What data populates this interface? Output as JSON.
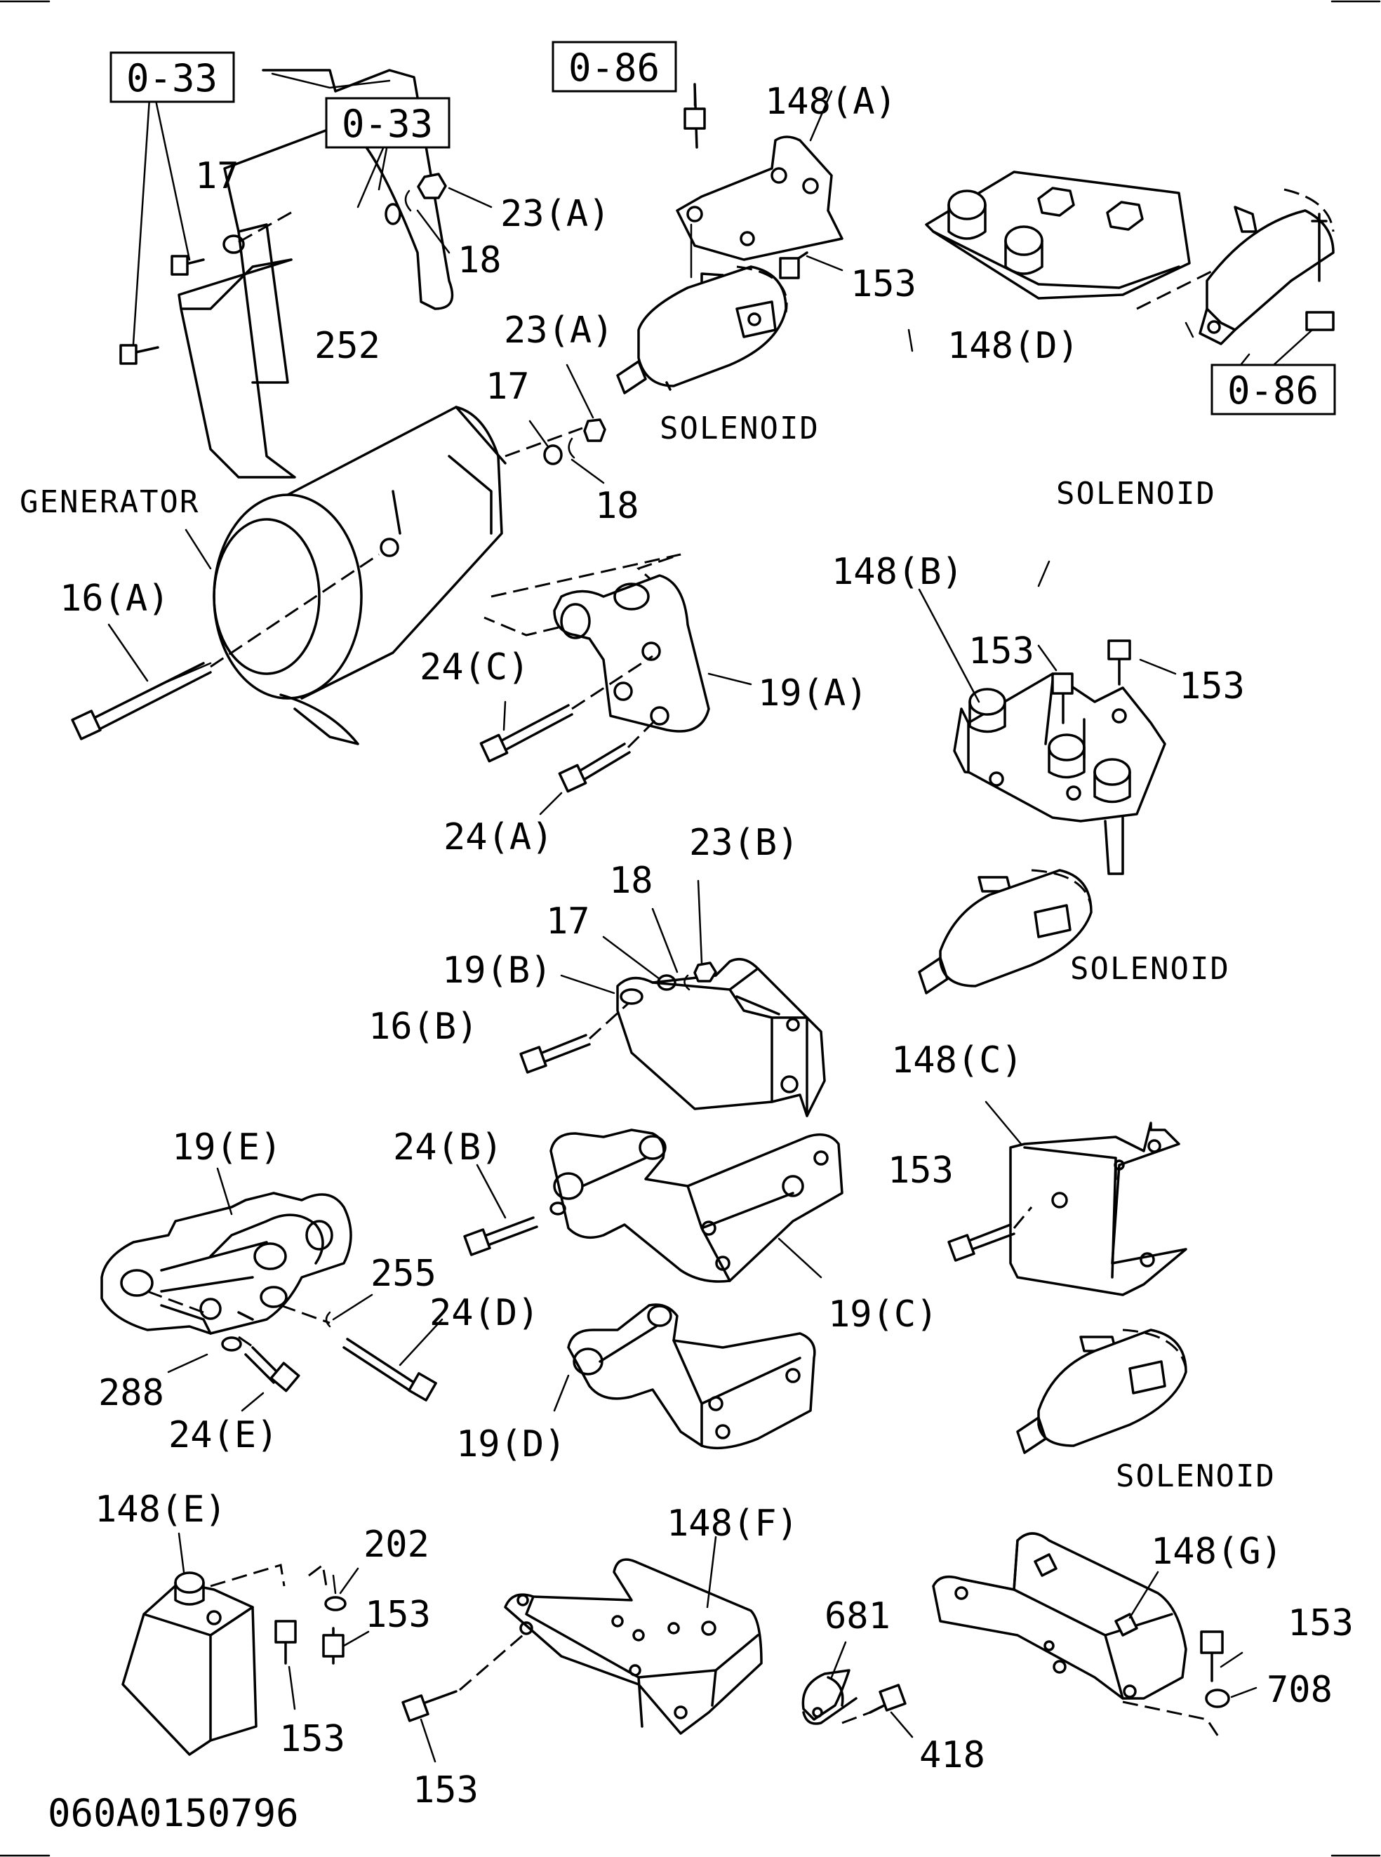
{
  "diagram_id": "060A0150796",
  "reference_boxes": {
    "ref_a": "0-33",
    "ref_b": "0-33",
    "ref_c": "0-86",
    "ref_d": "0-86"
  },
  "component_labels": {
    "generator": "GENERATOR",
    "solenoid_1": "SOLENOID",
    "solenoid_2": "SOLENOID",
    "solenoid_3": "SOLENOID",
    "solenoid_4": "SOLENOID"
  },
  "part_labels": {
    "p17_a": "17",
    "p23A_a": "23(A)",
    "p18_a": "18",
    "p252": "252",
    "p23A_b": "23(A)",
    "p17_b": "17",
    "p18_b": "18",
    "p16A": "16(A)",
    "p24C": "24(C)",
    "p19A": "19(A)",
    "p24A": "24(A)",
    "p148A": "148(A)",
    "p153_a": "153",
    "p148D": "148(D)",
    "p148B": "148(B)",
    "p153_b": "153",
    "p153_c": "153",
    "p23B": "23(B)",
    "p18_c": "18",
    "p17_c": "17",
    "p19B": "19(B)",
    "p16B": "16(B)",
    "p148C": "148(C)",
    "p153_d": "153",
    "p19E": "19(E)",
    "p24B": "24(B)",
    "p255": "255",
    "p24D": "24(D)",
    "p19C": "19(C)",
    "p288": "288",
    "p24E": "24(E)",
    "p19D": "19(D)",
    "p148E": "148(E)",
    "p202": "202",
    "p153_e": "153",
    "p153_f": "153",
    "p148F": "148(F)",
    "p153_g": "153",
    "p681": "681",
    "p418": "418",
    "p148G": "148(G)",
    "p153_h": "153",
    "p708": "708"
  }
}
